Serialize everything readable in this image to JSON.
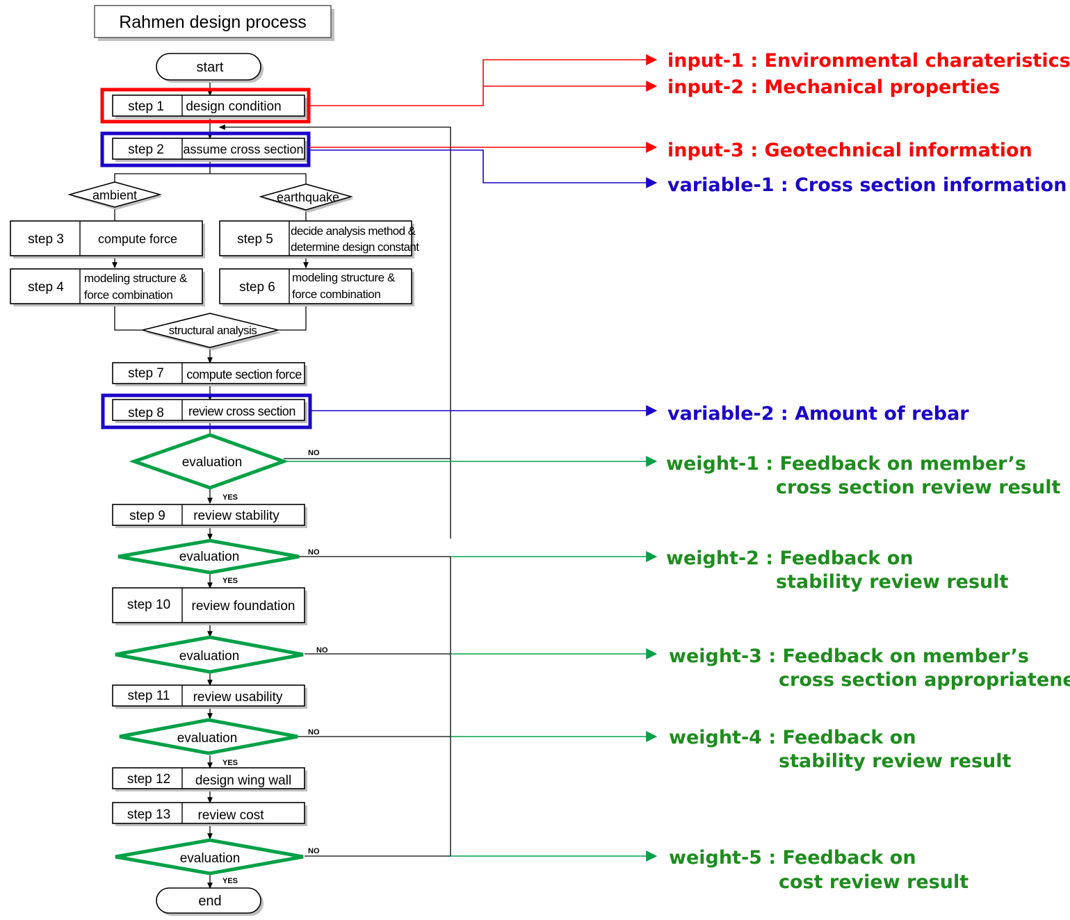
{
  "title": "Rahmen design process",
  "colors": {
    "red": "#ff0000",
    "blue": "#1a00c8",
    "green": "#00a046",
    "green_text": "#1e8c1e"
  },
  "terminals": {
    "start": "start",
    "end": "end"
  },
  "steps": {
    "s1": {
      "num": "step 1",
      "label": "design condition"
    },
    "s2": {
      "num": "step 2",
      "label": "assume cross section"
    },
    "s3": {
      "num": "step 3",
      "label": "compute force"
    },
    "s4": {
      "num": "step 4",
      "label1": "modeling structure &",
      "label2": "force combination"
    },
    "s5": {
      "num": "step 5",
      "label1": "decide analysis method &",
      "label2": "determine design constant"
    },
    "s6": {
      "num": "step 6",
      "label1": "modeling structure &",
      "label2": "force combination"
    },
    "s7": {
      "num": "step 7",
      "label": "compute section force"
    },
    "s8": {
      "num": "step 8",
      "label": "review cross section"
    },
    "s9": {
      "num": "step 9",
      "label": "review stability"
    },
    "s10": {
      "num": "step 10",
      "label": "review foundation"
    },
    "s11": {
      "num": "step 11",
      "label": "review usability"
    },
    "s12": {
      "num": "step 12",
      "label": "design wing wall"
    },
    "s13": {
      "num": "step 13",
      "label": "review cost"
    }
  },
  "decisions": {
    "ambient": "ambient",
    "earthquake": "earthquake",
    "structural": "structural analysis",
    "evaluation": "evaluation",
    "no": "NO",
    "yes": "YES"
  },
  "annotations": {
    "input1": "input-1 : Environmental charateristics",
    "input2": "input-2 : Mechanical properties",
    "input3": "input-3 : Geotechnical information",
    "variable1": "variable-1 : Cross section information",
    "variable2": "variable-2 : Amount of rebar",
    "weight1_a": "weight-1 : Feedback on member’s",
    "weight1_b": "cross section review result",
    "weight2_a": "weight-2 : Feedback on",
    "weight2_b": "stability review result",
    "weight3_a": "weight-3 : Feedback on member’s",
    "weight3_b": "cross section appropriateness",
    "weight4_a": "weight-4 : Feedback on",
    "weight4_b": "stability review result",
    "weight5_a": "weight-5 : Feedback on",
    "weight5_b": "cost review result"
  }
}
